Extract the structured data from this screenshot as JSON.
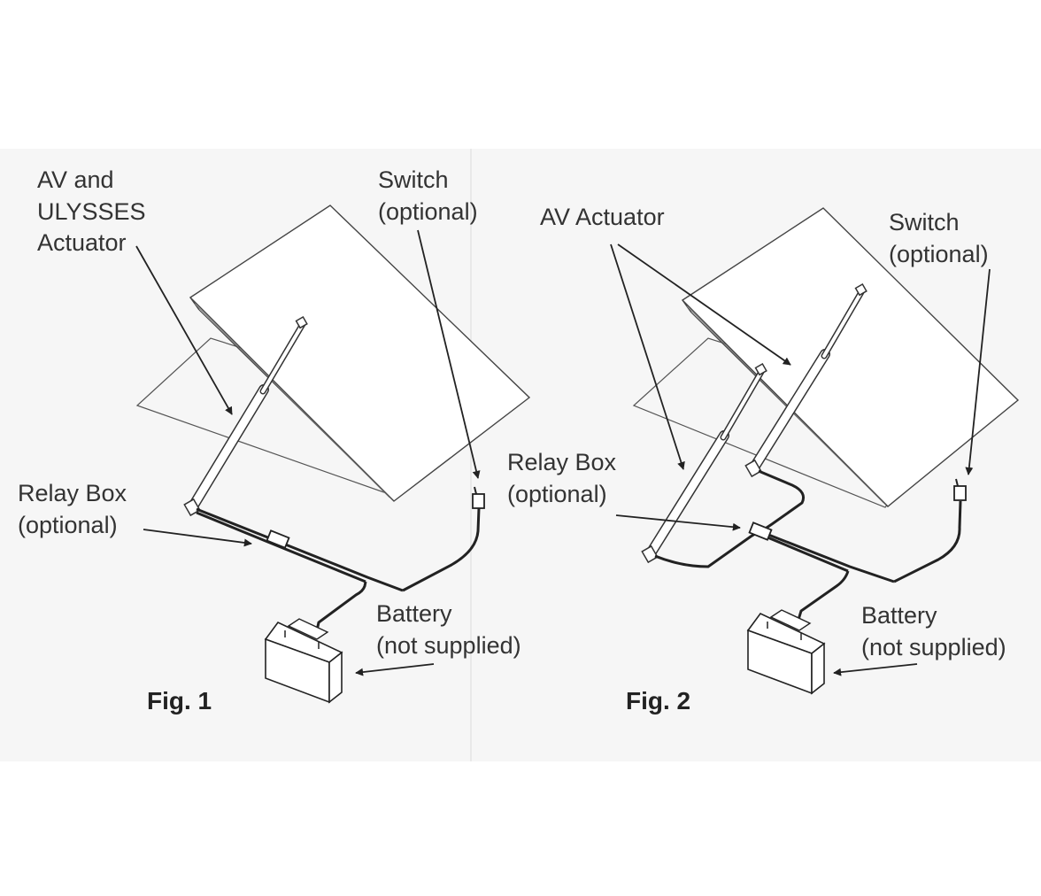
{
  "figures": [
    {
      "id": "fig1",
      "caption": "Fig. 1",
      "labels": {
        "actuator": "AV and\nULYSSES\nActuator",
        "switch": "Switch\n(optional)",
        "relay_box": "Relay Box\n(optional)",
        "battery": "Battery\n(not supplied)"
      }
    },
    {
      "id": "fig2",
      "caption": "Fig. 2",
      "labels": {
        "actuator": "AV Actuator",
        "switch": "Switch\n(optional)",
        "relay_box": "Relay Box\n(optional)",
        "battery": "Battery\n(not supplied)"
      }
    }
  ],
  "colors": {
    "background": "#ffffff",
    "panel": "#f6f6f6",
    "line": "#333333",
    "text": "#333333"
  }
}
